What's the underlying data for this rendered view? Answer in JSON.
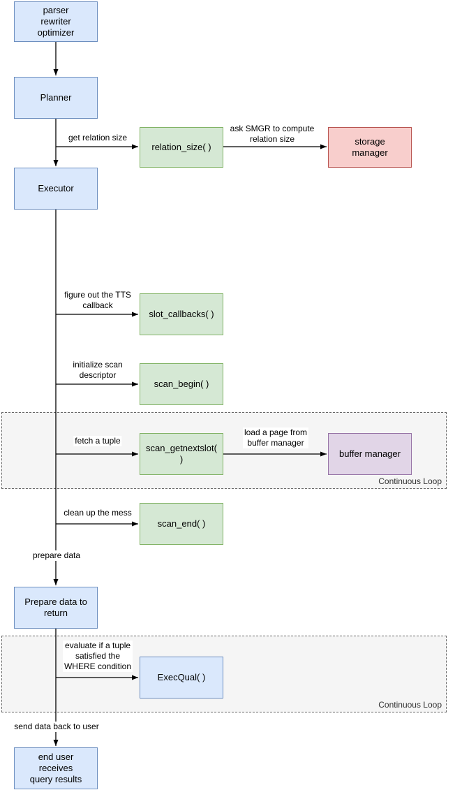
{
  "colors": {
    "blue-fill": "#dae8fc",
    "blue-stroke": "#6c8ebf",
    "green-fill": "#d5e8d4",
    "green-stroke": "#82b366",
    "red-fill": "#f8cecc",
    "red-stroke": "#b85450",
    "purple-fill": "#e1d5e7",
    "purple-stroke": "#9673a6",
    "loop-fill": "#f5f5f5",
    "loop-stroke": "#666666"
  },
  "nodes": {
    "parser": "parser\nrewriter\noptimizer",
    "planner": "Planner",
    "relation_size": "relation_size( )",
    "storage_manager": "storage\nmanager",
    "executor": "Executor",
    "slot_callbacks": "slot_callbacks( )",
    "scan_begin": "scan_begin( )",
    "scan_getnextslot": "scan_getnextslot(\n)",
    "buffer_manager": "buffer manager",
    "scan_end": "scan_end( )",
    "prepare_return": "Prepare data to\nreturn",
    "execqual": "ExecQual( )",
    "end_user": "end user\nreceives\nquery results"
  },
  "edge_labels": {
    "get_relation_size": "get relation size",
    "ask_smgr": "ask SMGR to compute\nrelation size",
    "figure_tts": "figure out the TTS\ncallback",
    "init_scan": "initialize scan\ndescriptor",
    "fetch_tuple": "fetch a tuple",
    "load_page": "load a page from\nbuffer manager",
    "clean_up": "clean up the mess",
    "prepare_data": "prepare data",
    "evaluate_where": "evaluate if a tuple\nsatisfied the\nWHERE condition",
    "send_back": "send data back to user"
  },
  "loops": {
    "scan_loop_label": "Continuous Loop",
    "qual_loop_label": "Continuous Loop"
  }
}
